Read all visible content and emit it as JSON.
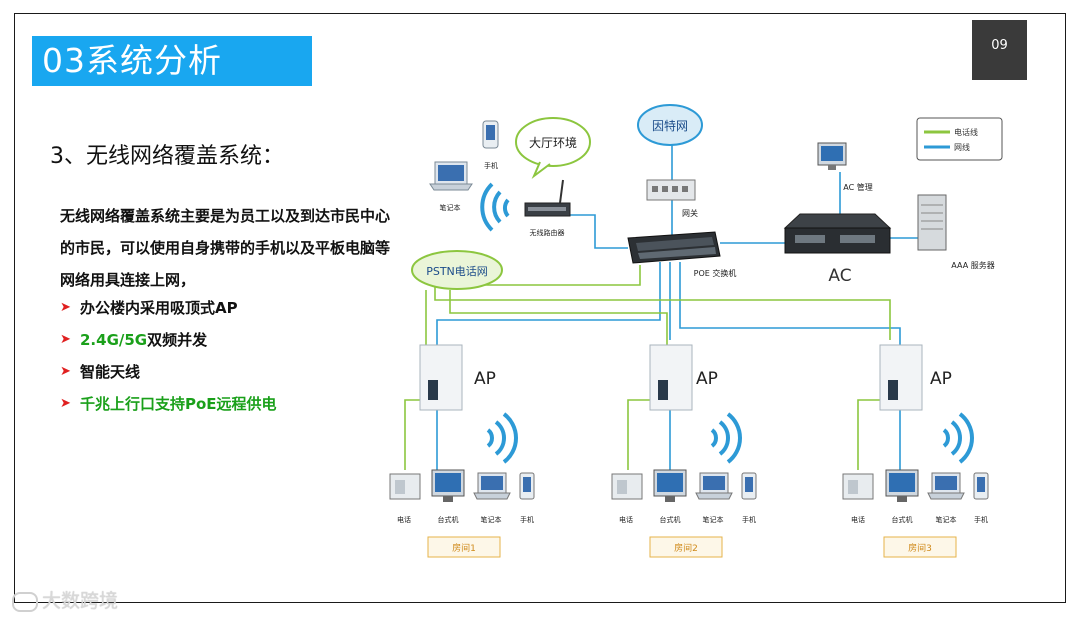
{
  "slide": {
    "title": "03系统分析",
    "page_number": "09",
    "subtitle": "3、无线网络覆盖系统：",
    "paragraph": "无线网络覆盖系统主要是为员工以及到达市民中心的市民，可以使用自身携带的手机以及平板电脑等网络用具连接上网，",
    "bullets": [
      {
        "text": "办公楼内采用吸顶式AP",
        "color": "dark"
      },
      {
        "text": "2.4G/5G双频并发",
        "color": "green",
        "parts": [
          "2.4G/5G",
          "双频并发"
        ]
      },
      {
        "text": "智能天线",
        "color": "dark"
      },
      {
        "text": "千兆上行口支持PoE远程供电",
        "color": "green"
      }
    ],
    "watermark": "大数跨境"
  },
  "diagram": {
    "legend": {
      "phone_line": "电话线",
      "network_line": "网线"
    },
    "colors": {
      "phone_line": "#8cc63f",
      "network_line": "#2d9ad6",
      "accent": "#19a7f0",
      "arrow": "#e02020",
      "green_text": "#1aa01a"
    },
    "top_labels": {
      "internet": "因特网",
      "hall": "大厅环境",
      "mobile": "手机",
      "laptop": "笔记本",
      "wireless_router": "无线路由器",
      "gateway": "网关",
      "poe_switch": "POE 交换机",
      "ac_mgmt": "AC 管理",
      "ac": "AC",
      "aaa_server": "AAA 服务器",
      "pstn": "PSTN电话网"
    },
    "rooms": [
      {
        "ap": "AP",
        "devices": [
          "电话",
          "台式机",
          "笔记本",
          "手机"
        ],
        "name": "房间1"
      },
      {
        "ap": "AP",
        "devices": [
          "电话",
          "台式机",
          "笔记本",
          "手机"
        ],
        "name": "房间2"
      },
      {
        "ap": "AP",
        "devices": [
          "电话",
          "台式机",
          "笔记本",
          "手机"
        ],
        "name": "房间3"
      }
    ]
  }
}
